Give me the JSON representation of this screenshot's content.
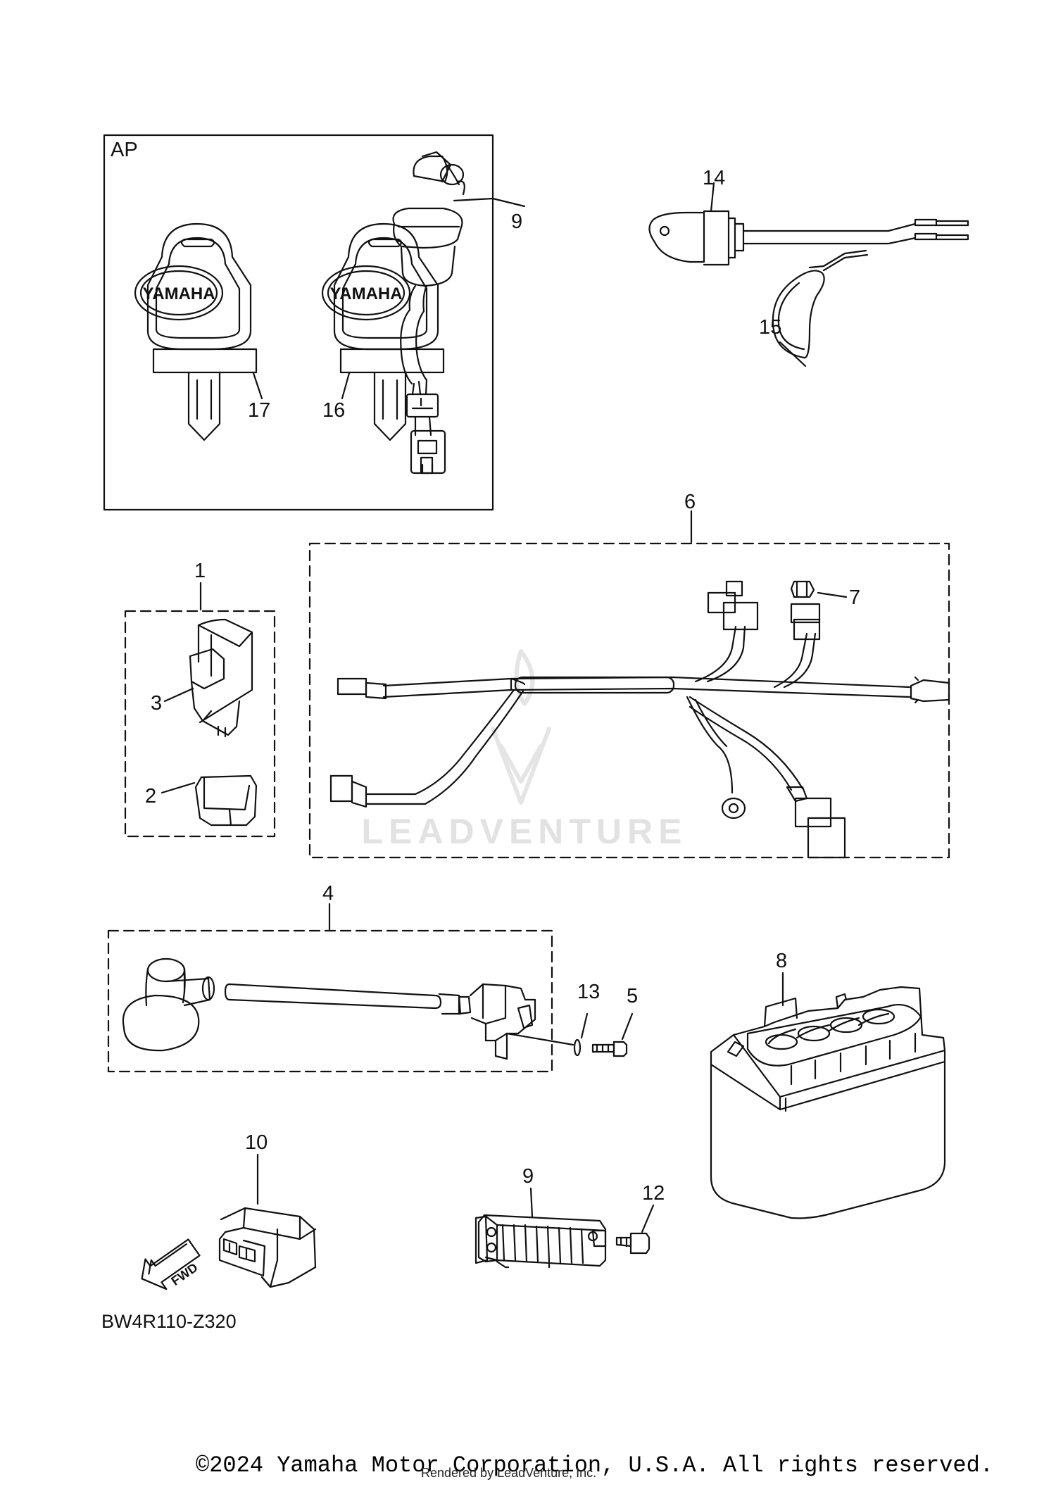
{
  "diagram": {
    "part_code": "BW4R110-Z320",
    "group_label": "AP",
    "fwd_label": "FWD",
    "brand_on_keys": "YAMAHA",
    "watermark": "LEADVENTURE",
    "callouts": {
      "c1": "1",
      "c2": "2",
      "c3": "3",
      "c4": "4",
      "c5": "5",
      "c6": "6",
      "c7": "7",
      "c8": "8",
      "c9a": "9",
      "c9b": "9",
      "c10": "10",
      "c12": "12",
      "c13": "13",
      "c14": "14",
      "c15": "15",
      "c16": "16",
      "c17": "17"
    }
  },
  "footer": {
    "copyright": "©2024 Yamaha Motor Corporation, U.S.A. All rights reserved.",
    "rendered_by": "Rendered by LeadVenture, Inc."
  }
}
